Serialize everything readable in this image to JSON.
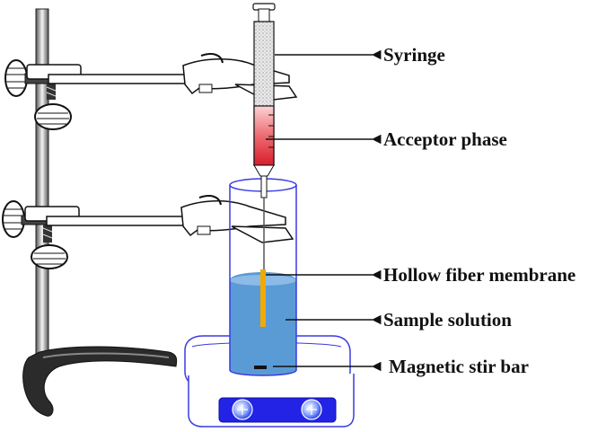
{
  "labels": {
    "syringe": "Syringe",
    "acceptor_phase": "Acceptor phase",
    "hollow_fiber_membrane": "Hollow fiber membrane",
    "sample_solution": "Sample solution",
    "magnetic_stir_bar": "Magnetic stir bar"
  },
  "colors": {
    "outline": "#1a1a1a",
    "acceptor": "#e8303a",
    "solution": "#5b9bd5",
    "fiber": "#f2a900",
    "plate_outline": "#3a3ae0",
    "control_panel": "#2323e6",
    "stand_dark": "#222222"
  }
}
